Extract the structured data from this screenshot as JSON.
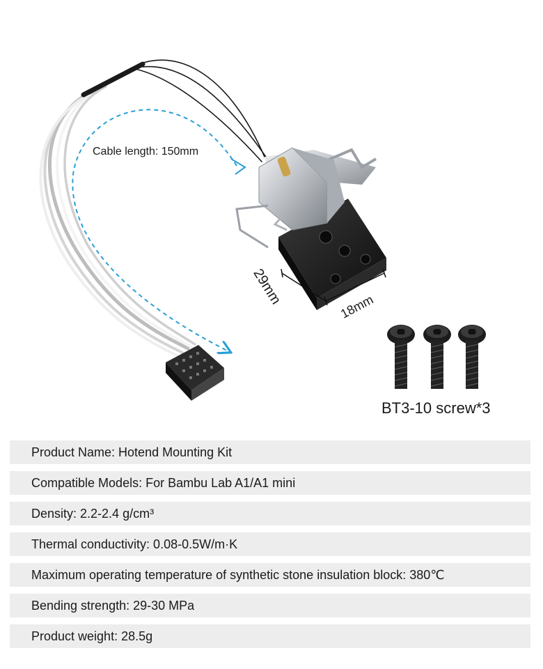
{
  "illustration": {
    "cable_label": "Cable length: 150mm",
    "dimension_width": "29mm",
    "dimension_depth": "18mm",
    "screw_label": "BT3-10 screw*3",
    "colors": {
      "cable_white": "#e6e6e6",
      "cable_black": "#1a1a1a",
      "dimension_arrow": "#2a9fd6",
      "metal": "#c9ccd0",
      "block": "#1e1e1e"
    },
    "icons": [
      "hotend-mount-image",
      "cable-bundle-image",
      "connector-image",
      "screw-icon"
    ]
  },
  "specs": [
    {
      "text": "Product Name:  Hotend Mounting Kit"
    },
    {
      "text": "Compatible Models:  For Bambu Lab A1/A1 mini"
    },
    {
      "text": "Density: 2.2-2.4 g/cm³"
    },
    {
      "text": "Thermal conductivity: 0.08-0.5W/m·K"
    },
    {
      "text": "Maximum operating temperature of synthetic stone insulation block: 380℃"
    },
    {
      "text": "Bending strength: 29-30 MPa"
    },
    {
      "text": "Product weight: 28.5g"
    }
  ]
}
